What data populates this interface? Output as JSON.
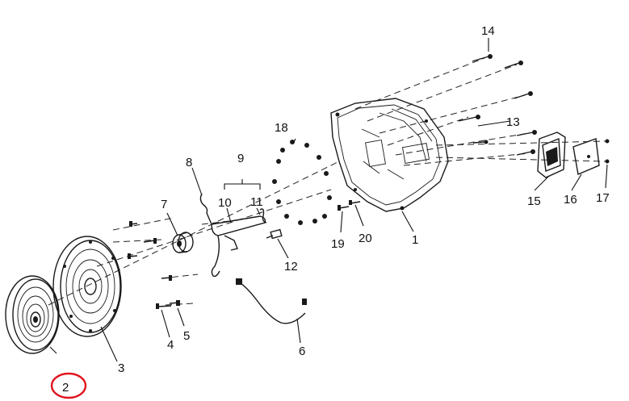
{
  "diagram": {
    "callouts": [
      {
        "id": "1",
        "label": "1"
      },
      {
        "id": "2",
        "label": "2"
      },
      {
        "id": "3",
        "label": "3"
      },
      {
        "id": "4",
        "label": "4"
      },
      {
        "id": "5",
        "label": "5"
      },
      {
        "id": "6",
        "label": "6"
      },
      {
        "id": "7",
        "label": "7"
      },
      {
        "id": "8",
        "label": "8"
      },
      {
        "id": "9",
        "label": "9"
      },
      {
        "id": "10",
        "label": "10"
      },
      {
        "id": "11",
        "label": "11"
      },
      {
        "id": "12",
        "label": "12"
      },
      {
        "id": "13",
        "label": "13"
      },
      {
        "id": "14",
        "label": "14"
      },
      {
        "id": "15",
        "label": "15"
      },
      {
        "id": "16",
        "label": "16"
      },
      {
        "id": "17",
        "label": "17"
      },
      {
        "id": "18",
        "label": "18"
      },
      {
        "id": "19",
        "label": "19"
      },
      {
        "id": "20",
        "label": "20"
      }
    ],
    "highlighted_callout": "2",
    "highlight_color": "#e0141e",
    "line_color": "#1a1a1a"
  }
}
